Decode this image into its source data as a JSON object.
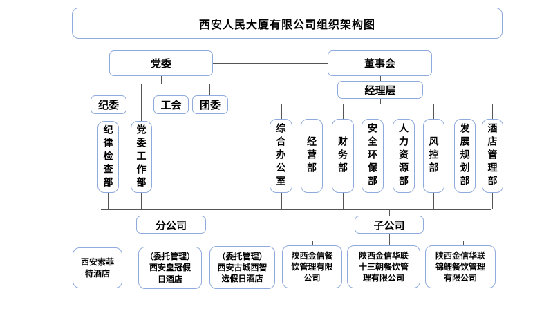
{
  "title": "西安人民大厦有限公司组织架构图",
  "colors": {
    "box_border": "#8faadc",
    "connector_line": "#555555",
    "text": "#000000",
    "background": "#ffffff"
  },
  "nodes": {
    "party_committee": "党委",
    "board_of_directors": "董事会",
    "management_level": "经理层",
    "discipline_committee": "纪委",
    "labor_union": "工会",
    "youth_league": "团委",
    "discipline_inspection_dept": "纪律检查部",
    "party_work_dept": "党委工作部",
    "departments": [
      "综合办公室",
      "经营部",
      "财务部",
      "安全环保部",
      "人力资源部",
      "风控部",
      "发展规划部",
      "酒店管理部"
    ],
    "branch_company": "分公司",
    "subsidiary_company": "子公司",
    "branches": [
      "西安索菲\n特酒店",
      "（委托管理）\n西安皇冠假\n日酒店",
      "（委托管理）\n西安古城西智\n选假日酒店"
    ],
    "subsidiaries": [
      "陕西金信餐\n饮管理有限\n公司",
      "陕西金信华联\n十三朝餐饮管\n理有限公司",
      "陕西金信华联\n锦鲤餐饮管理\n有限公司"
    ]
  }
}
